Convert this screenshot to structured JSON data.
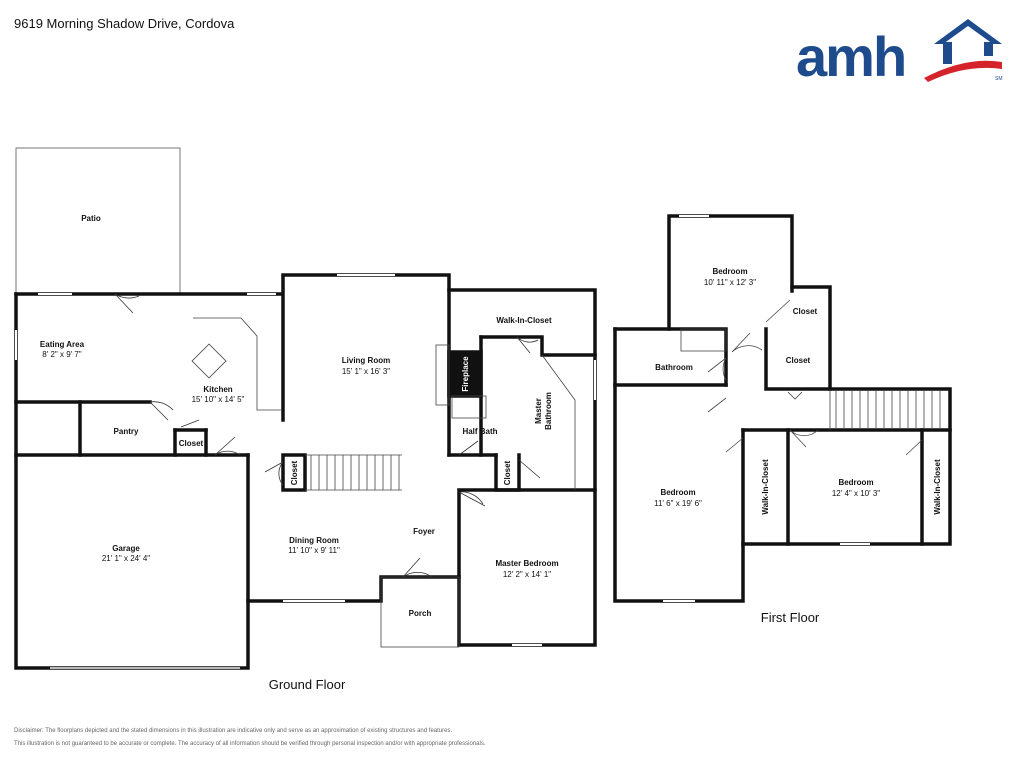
{
  "address": "9619 Morning Shadow Drive, Cordova",
  "brand": {
    "name": "amh",
    "mark": "SM",
    "primary_color": "#1d4b8c",
    "accent_color": "#d4232b"
  },
  "floors": {
    "ground": "Ground Floor",
    "first": "First Floor"
  },
  "rooms": {
    "patio": {
      "name": "Patio"
    },
    "eating_area": {
      "name": "Eating Area",
      "dims": "8' 2\" x 9' 7\""
    },
    "kitchen": {
      "name": "Kitchen",
      "dims": "15' 10\" x 14' 5\""
    },
    "pantry": {
      "name": "Pantry"
    },
    "closet_kitchen": {
      "name": "Closet"
    },
    "garage": {
      "name": "Garage",
      "dims": "21' 1\" x 24' 4\""
    },
    "living_room": {
      "name": "Living Room",
      "dims": "15' 1\" x 16' 3\""
    },
    "fireplace": {
      "name": "Fireplace"
    },
    "walk_in_closet_master": {
      "name": "Walk-In-Closet"
    },
    "master_bathroom": {
      "name1": "Master",
      "name2": "Bathroom"
    },
    "half_bath": {
      "name": "Half Bath"
    },
    "closet_stairs": {
      "name": "Closet"
    },
    "closet_foyer": {
      "name": "Closet"
    },
    "dining_room": {
      "name": "Dining Room",
      "dims": "11' 10\" x 9' 11\""
    },
    "foyer": {
      "name": "Foyer"
    },
    "master_bedroom": {
      "name": "Master Bedroom",
      "dims": "12' 2\" x 14' 1\""
    },
    "porch": {
      "name": "Porch"
    },
    "bedroom_top": {
      "name": "Bedroom",
      "dims": "10' 11\" x 12' 3\""
    },
    "closet_upper1": {
      "name": "Closet"
    },
    "closet_upper2": {
      "name": "Closet"
    },
    "bathroom": {
      "name": "Bathroom"
    },
    "bedroom_left": {
      "name": "Bedroom",
      "dims": "11' 6\" x 19' 6\""
    },
    "walk_in_closet_1": {
      "name": "Walk-In-Closet"
    },
    "bedroom_right": {
      "name": "Bedroom",
      "dims": "12' 4\" x 10' 3\""
    },
    "walk_in_closet_2": {
      "name": "Walk-In-Closet"
    }
  },
  "disclaimer": {
    "line1": "Disclaimer: The floorplans depicted and the stated dimensions in this illustration are indicative only and serve as an approximation of existing structures and features.",
    "line2": "This illustration is not guaranteed to be accurate or complete. The accuracy of all information should be verified through personal inspection and/or with appropriate professionals."
  }
}
